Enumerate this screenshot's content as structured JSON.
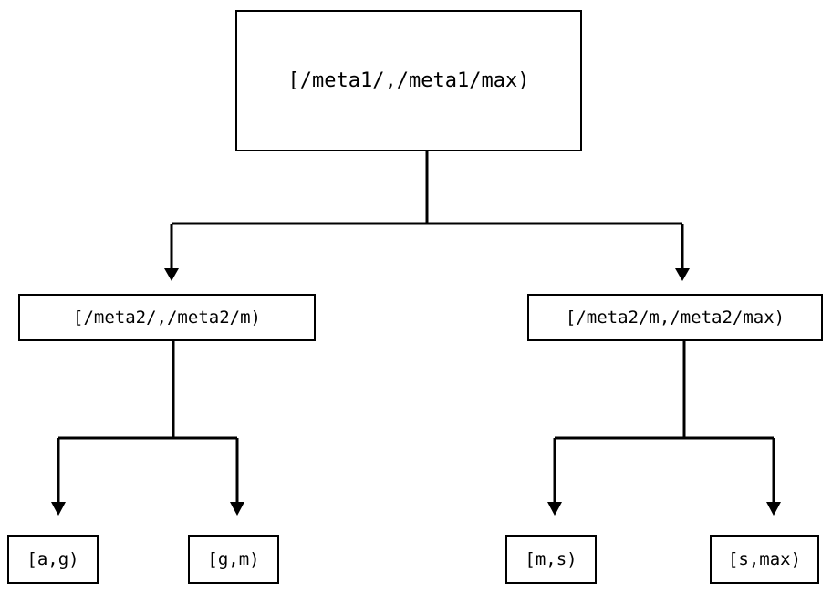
{
  "diagram": {
    "type": "binary-tree",
    "title": "",
    "orientation": "top-down",
    "colors": {
      "background": "#ffffff",
      "box_border": "#000000",
      "box_fill": "#ffffff",
      "connector": "#000000",
      "text": "#000000"
    },
    "nodes": {
      "root": {
        "label": "[/meta1/,/meta1/max)",
        "level": 0
      },
      "mid_left": {
        "label": "[/meta2/,/meta2/m)",
        "level": 1
      },
      "mid_right": {
        "label": "[/meta2/m,/meta2/max)",
        "level": 1
      },
      "leaf_ag": {
        "label": "[a,g)",
        "level": 2
      },
      "leaf_gm": {
        "label": "[g,m)",
        "level": 2
      },
      "leaf_ms": {
        "label": "[m,s)",
        "level": 2
      },
      "leaf_smax": {
        "label": "[s,max)",
        "level": 2
      }
    },
    "edges": [
      {
        "from": "root",
        "to": "mid_left",
        "arrowhead": "filled-triangle-down"
      },
      {
        "from": "root",
        "to": "mid_right",
        "arrowhead": "filled-triangle-down"
      },
      {
        "from": "mid_left",
        "to": "leaf_ag",
        "arrowhead": "filled-triangle-down"
      },
      {
        "from": "mid_left",
        "to": "leaf_gm",
        "arrowhead": "filled-triangle-down"
      },
      {
        "from": "mid_right",
        "to": "leaf_ms",
        "arrowhead": "filled-triangle-down"
      },
      {
        "from": "mid_right",
        "to": "leaf_smax",
        "arrowhead": "filled-triangle-down"
      }
    ]
  }
}
